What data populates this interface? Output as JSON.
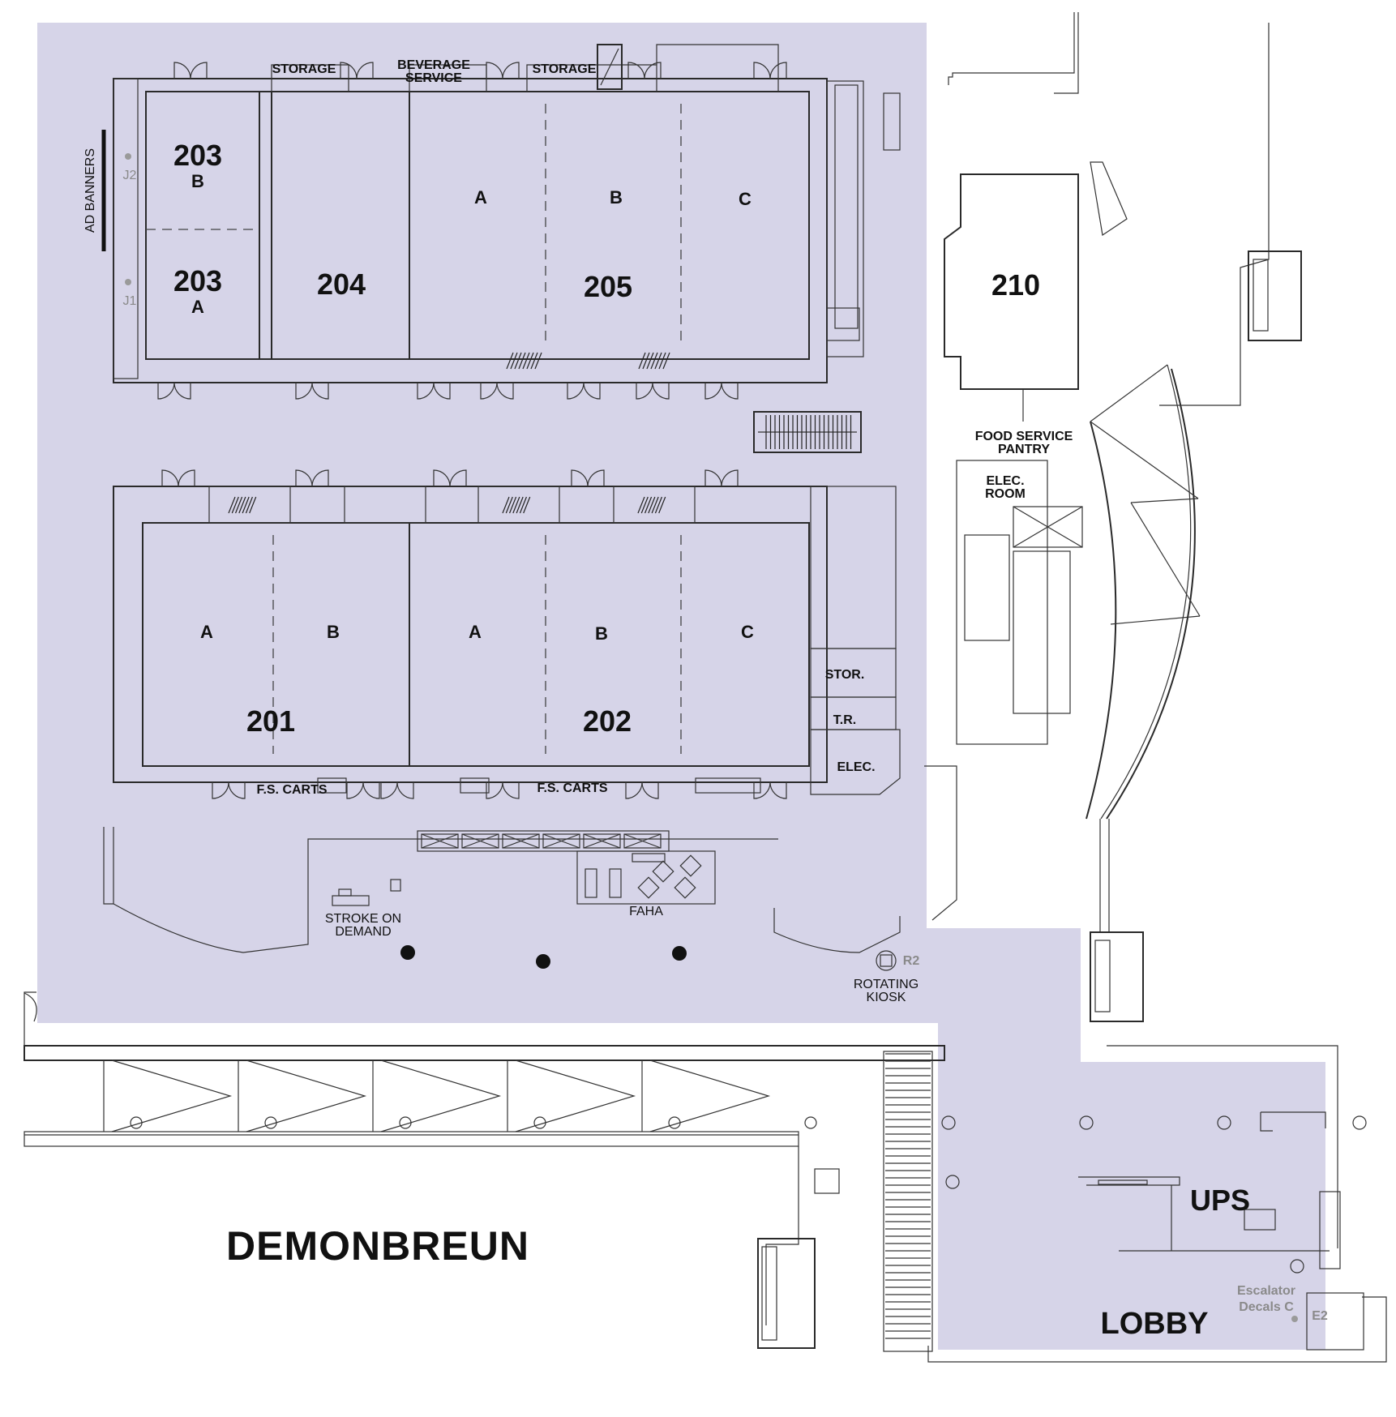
{
  "colors": {
    "event_area": "#d6d4e8",
    "walls": "#2a2a2a",
    "background": "#ffffff",
    "marker": "#111111",
    "reference_tag": "#8a8a8a"
  },
  "rooms": {
    "r203b": {
      "number": "203",
      "section": "B"
    },
    "r203a": {
      "number": "203",
      "section": "A"
    },
    "r204": {
      "number": "204"
    },
    "r205": {
      "number": "205",
      "sections": [
        "A",
        "B",
        "C"
      ]
    },
    "r201": {
      "number": "201",
      "sections": [
        "A",
        "B"
      ]
    },
    "r202": {
      "number": "202",
      "sections": [
        "A",
        "B",
        "C"
      ]
    },
    "r210": {
      "number": "210"
    }
  },
  "service_labels": {
    "storage_1": "STORAGE",
    "beverage_1": "BEVERAGE",
    "beverage_2": "SERVICE",
    "storage_2": "STORAGE",
    "food_pantry_1": "FOOD SERVICE",
    "food_pantry_2": "PANTRY",
    "elec_room_1": "ELEC.",
    "elec_room_2": "ROOM",
    "stor": "STOR.",
    "tr": "T.R.",
    "elec": "ELEC.",
    "fs_carts_1": "F.S. CARTS",
    "fs_carts_2": "F.S. CARTS"
  },
  "features": {
    "ad_banners": "AD BANNERS",
    "j2": "J2",
    "j1": "J1",
    "stroke_1": "STROKE ON",
    "stroke_2": "DEMAND",
    "faha": "FAHA",
    "r2": "R2",
    "kiosk_1": "ROTATING",
    "kiosk_2": "KIOSK",
    "ups": "UPS",
    "escalator_1": "Escalator",
    "escalator_2": "Decals C",
    "e2": "E2"
  },
  "areas": {
    "street": "DEMONBREUN",
    "lobby": "LOBBY"
  }
}
